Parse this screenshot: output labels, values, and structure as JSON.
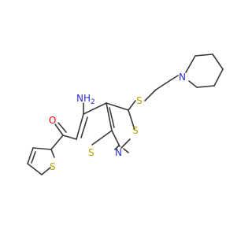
{
  "molecule": {
    "atom_labels": {
      "amine": "NH2",
      "ketone_oxygen": "O",
      "thioether_sulfur": "S",
      "ring_sulfur_top": "S",
      "ring_sulfur_mid": "S",
      "ring_nitrogen": "N",
      "ring_sulfur_bottom": "S",
      "piperidine_nitrogen": "N"
    },
    "colors": {
      "bond": "#3a3a3a",
      "sulfur": "#b5a000",
      "nitrogen": "#2b2bd9",
      "oxygen": "#e00000"
    }
  }
}
